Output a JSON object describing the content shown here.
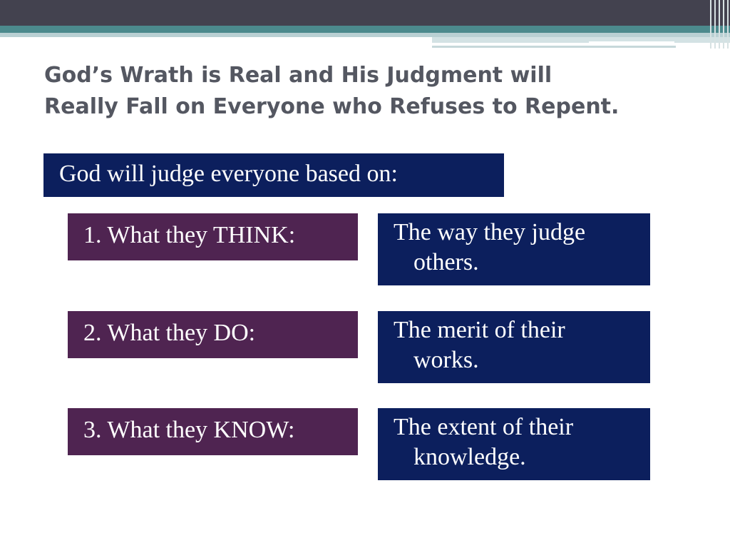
{
  "slide": {
    "title_line1": "God’s Wrath is Real and His Judgment will",
    "title_line2": "Really Fall on Everyone who Refuses to Repent.",
    "header": "God will judge everyone based on:",
    "items": [
      {
        "label": "1. What they THINK:",
        "detail_line1": "The way they judge",
        "detail_line2": "others."
      },
      {
        "label": "2. What they DO:",
        "detail_line1": "The merit of their",
        "detail_line2": "works."
      },
      {
        "label": "3. What they KNOW:",
        "detail_line1": "The extent of their",
        "detail_line2": "knowledge."
      }
    ]
  },
  "colors": {
    "title_text": "#545761",
    "navy_box": "#0c1f5d",
    "purple_box": "#4f2451",
    "band_dark": "#43424f",
    "band_teal": "#4c8a8d"
  }
}
